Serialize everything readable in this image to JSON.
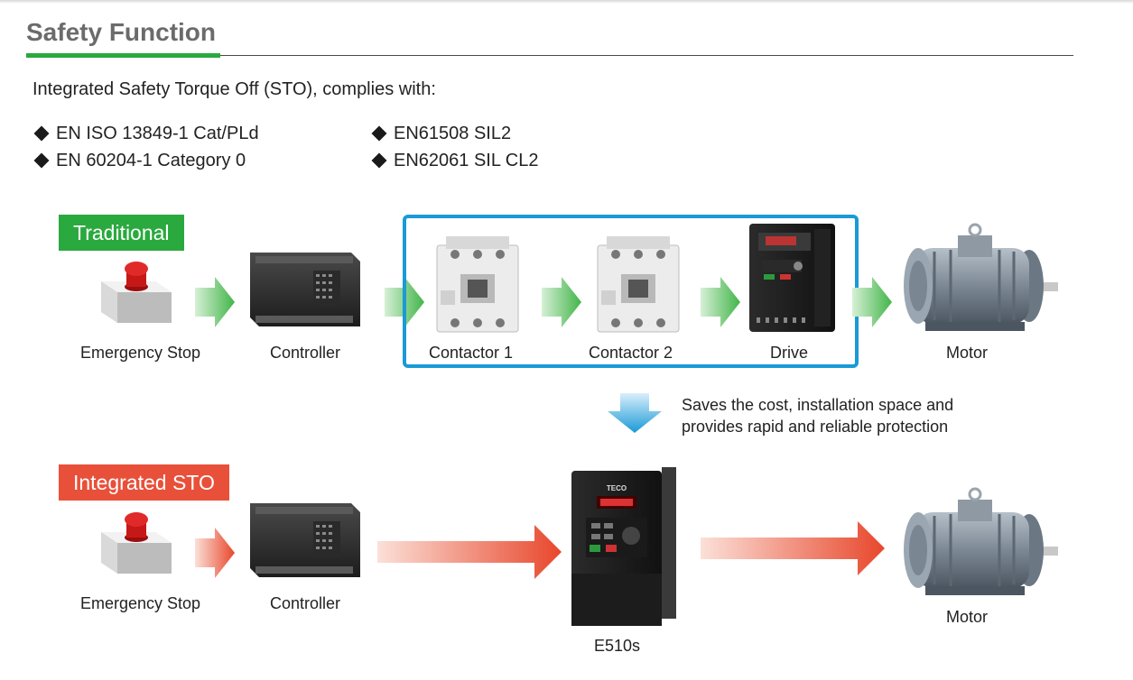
{
  "header": {
    "title": "Safety Function"
  },
  "intro": "Integrated Safety Torque Off (STO), complies with:",
  "standards": [
    "EN ISO 13849-1 Cat/PLd",
    "EN 60204-1 Category 0",
    "EN61508 SIL2",
    "EN62061 SIL CL2"
  ],
  "traditional": {
    "tag": "Traditional",
    "labels": {
      "estop": "Emergency Stop",
      "controller": "Controller",
      "contactor1": "Contactor 1",
      "contactor2": "Contactor 2",
      "drive": "Drive",
      "motor": "Motor"
    }
  },
  "benefit": {
    "line1": "Saves the cost, installation space and",
    "line2": "provides rapid and reliable protection"
  },
  "sto": {
    "tag": "Integrated STO",
    "labels": {
      "estop": "Emergency Stop",
      "controller": "Controller",
      "drive": "E510s",
      "motor": "Motor"
    },
    "drive_brand": "TECO"
  },
  "colors": {
    "green": "#2aa93e",
    "red": "#e8503a",
    "blue": "#1a9ad6"
  }
}
